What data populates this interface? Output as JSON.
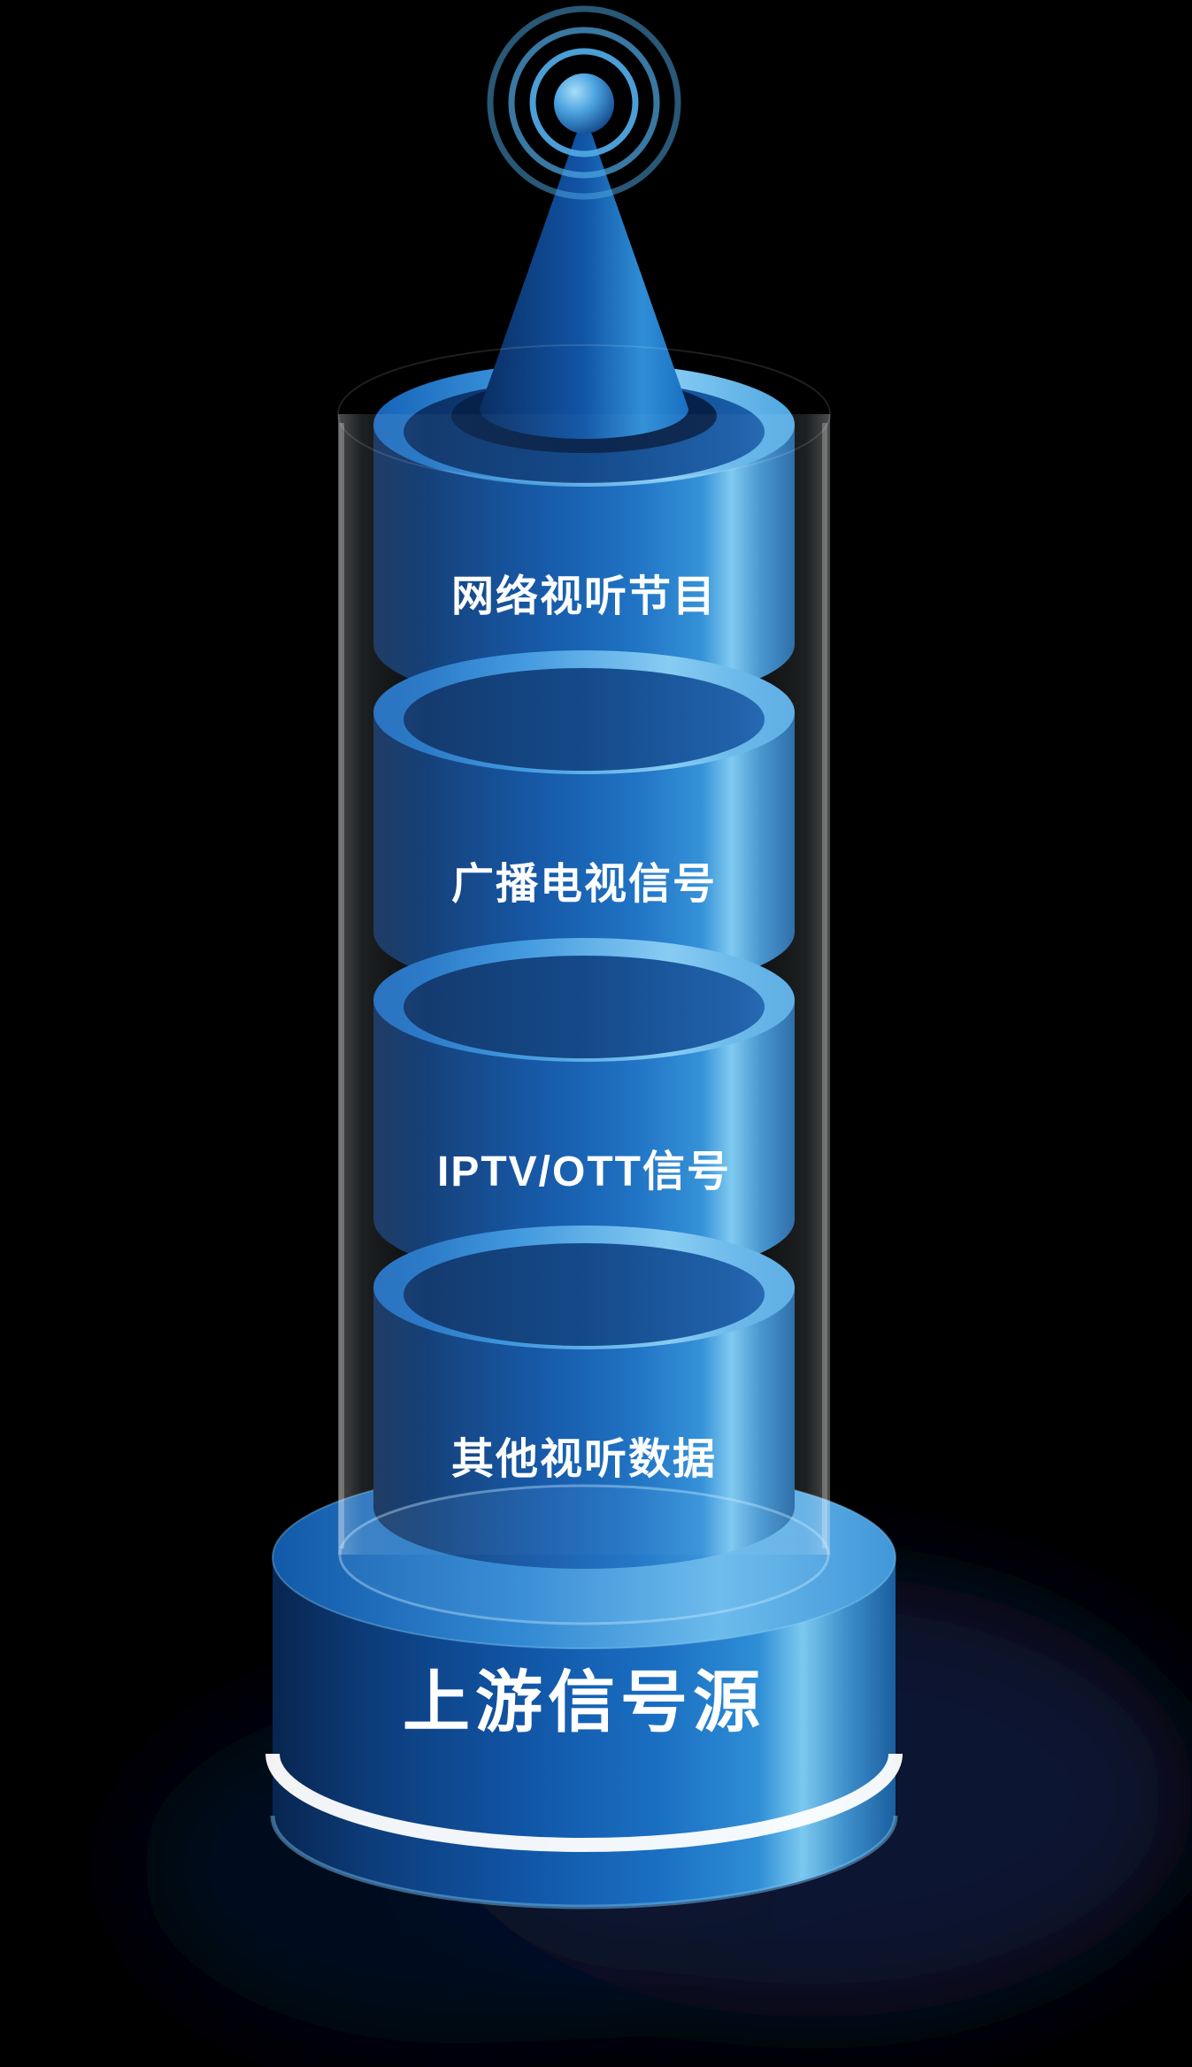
{
  "diagram": {
    "tower": {
      "segments": [
        {
          "label": "网络视听节目"
        },
        {
          "label": "广播电视信号"
        },
        {
          "label": "IPTV/OTT信号"
        },
        {
          "label": "其他视听数据"
        }
      ]
    },
    "base": {
      "label": "上游信号源"
    },
    "colors": {
      "background": "#000000",
      "cylinder_dark": "#082550",
      "cylinder_mid": "#1155A6",
      "cylinder_bright": "#7CC9F0",
      "rim_light": "#85CBF2",
      "inner_dark": "#0A2F64",
      "band": "#FFFFFF",
      "wave_blue": "#4FA6E2",
      "shadow_navy": "#0C1A38"
    },
    "icons": {
      "antenna": "antenna-icon",
      "signal_waves": "signal-waves-icon"
    }
  }
}
